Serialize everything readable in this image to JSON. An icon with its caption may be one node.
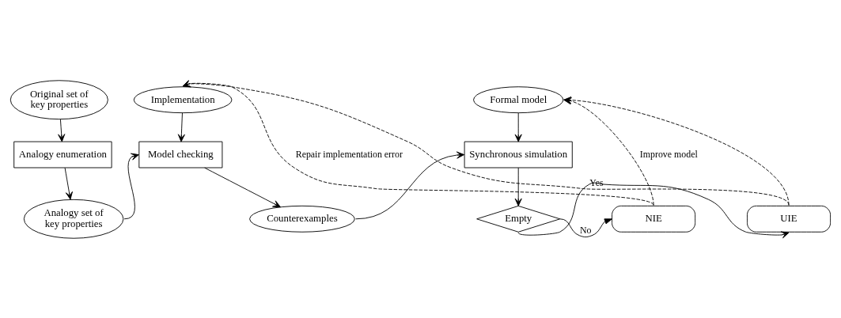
{
  "diagram": {
    "nodes": [
      {
        "text": [
          "Original set of key properties"
        ]
      },
      {
        "text": [
          "Analogy enumeration"
        ]
      },
      {
        "text": [
          "Analogy set of key properties"
        ]
      },
      {
        "text": [
          "Implementation"
        ]
      },
      {
        "text": [
          "Model checking"
        ]
      },
      {
        "text": [
          "Counterexamples"
        ]
      },
      {
        "text": [
          "Formal model"
        ]
      },
      {
        "text": [
          "Synchronous simulation"
        ]
      },
      {
        "text": [
          "Empty"
        ]
      },
      {
        "text": [
          "NIE"
        ]
      },
      {
        "text": [
          "UIE"
        ]
      }
    ],
    "edges": [
      {
        "from": 0,
        "to": 1,
        "arrow": "to"
      },
      {
        "from": 1,
        "to": 2,
        "arrow": "to"
      },
      {
        "from": 2,
        "to": 4,
        "arrow": "to"
      },
      {
        "from": 3,
        "to": 4,
        "arrow": "to"
      },
      {
        "from": 4,
        "to": 5,
        "arrow": "to"
      },
      {
        "from": 5,
        "to": 7,
        "arrow": "to"
      },
      {
        "from": 6,
        "to": 7,
        "arrow": "to"
      },
      {
        "from": 7,
        "to": 8,
        "arrow": "to"
      },
      {
        "from": 8,
        "to": 9,
        "arrow": "to",
        "label": "No"
      },
      {
        "from": 8,
        "to": 10,
        "arrow": "to",
        "label": "Yes"
      },
      {
        "from": 9,
        "to": 3,
        "arrow": "to",
        "style": "dashed",
        "label": "Repair implementation error"
      },
      {
        "from": 10,
        "to": 3,
        "arrow": "to",
        "style": "dashed"
      },
      {
        "from": 9,
        "to": 6,
        "arrow": "to",
        "style": "dashed",
        "label": "Improve model"
      },
      {
        "from": 10,
        "to": 6,
        "arrow": "to",
        "style": "dashed"
      }
    ]
  }
}
